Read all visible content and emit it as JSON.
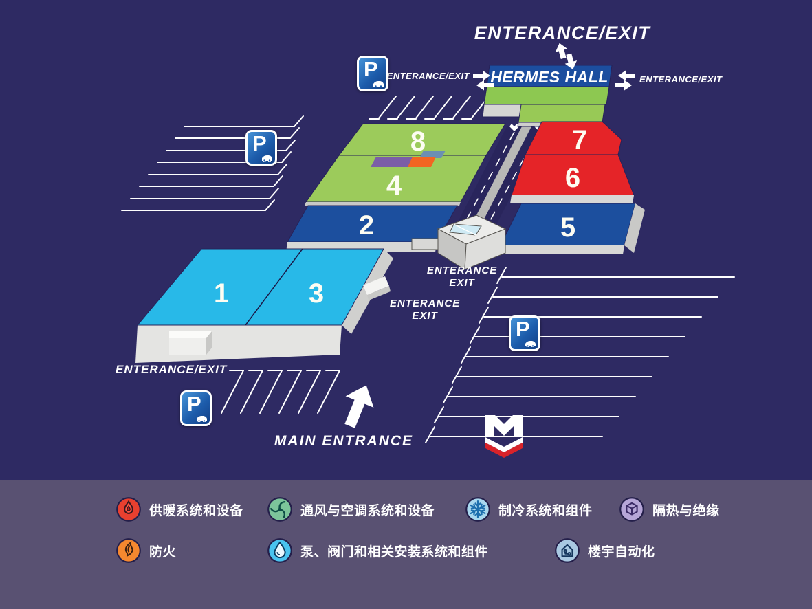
{
  "map": {
    "top_entrance_label": "ENTERANCE/EXIT",
    "hermes_hall": "HERMES HALL",
    "hermes_left_label": "ENTERANCE/EXIT",
    "hermes_right_label": "ENTERANCE/EXIT",
    "center_gate_upper": {
      "line1": "ENTERANCE",
      "line2": "EXIT"
    },
    "center_gate_lower": {
      "line1": "ENTERANCE",
      "line2": "EXIT"
    },
    "southwest_label": "ENTERANCE/EXIT",
    "main_entrance_label": "MAIN ENTRANCE",
    "parking_letter": "P",
    "halls": [
      {
        "number": "1",
        "color": "#28b9e8"
      },
      {
        "number": "2",
        "color": "#1c4f9e"
      },
      {
        "number": "3",
        "color": "#28b9e8"
      },
      {
        "number": "4",
        "color": "#9ccb5b"
      },
      {
        "number": "5",
        "color": "#1c4f9e"
      },
      {
        "number": "6",
        "color": "#e52428"
      },
      {
        "number": "7",
        "color": "#e52428"
      },
      {
        "number": "8",
        "color": "#9ccb5b"
      }
    ]
  },
  "colors": {
    "background": "#2e2a63",
    "legend_panel": "#595172",
    "hermes_band_blue": "#1c4e9f",
    "hermes_green": "#8dc851",
    "tile_purple": "#7b5ea7",
    "tile_orange": "#f26522",
    "tile_slate": "#6b8fb3",
    "m_logo_red": "#d8232a",
    "parking_sign_blue": "#1d5cab"
  },
  "legend": {
    "items": [
      {
        "icon": "heating-flame-icon",
        "color": "#e8402f",
        "label": "供暖系统和设备"
      },
      {
        "icon": "ventilation-fan-icon",
        "color": "#7cc59a",
        "label": "通风与空调系统和设备"
      },
      {
        "icon": "snowflake-icon",
        "color": "#a9d8ef",
        "label": "制冷系统和组件"
      },
      {
        "icon": "insulation-cube-icon",
        "color": "#b6a6d8",
        "label": "隔热与绝缘"
      },
      {
        "icon": "fire-protection-icon",
        "color": "#f5882f",
        "label": "防火"
      },
      {
        "icon": "water-drop-icon",
        "color": "#49c3ee",
        "label": "泵、阀门和相关安装系统和组件"
      },
      {
        "icon": "building-automation-icon",
        "color": "#a9c9e2",
        "label": "楼宇自动化"
      }
    ]
  }
}
